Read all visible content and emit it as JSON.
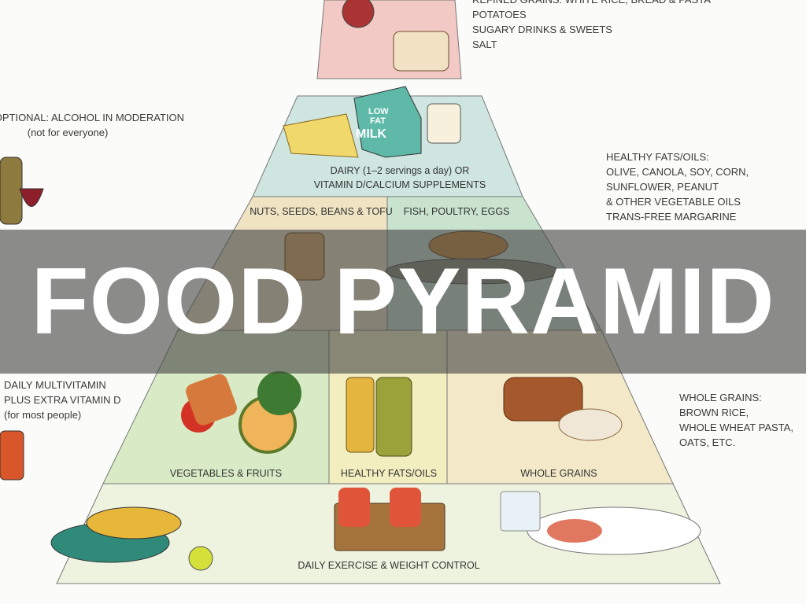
{
  "title": "FOOD PYRAMID",
  "top_notes": [
    "REFINED GRAINS: WHITE RICE, BREAD & PASTA",
    "POTATOES",
    "SUGARY DRINKS & SWEETS",
    "SALT"
  ],
  "alcohol_note": [
    "OPTIONAL: ALCOHOL IN MODERATION",
    "(not for everyone)"
  ],
  "multivitamin_note": [
    "DAILY MULTIVITAMIN",
    "PLUS EXTRA VITAMIN D",
    "(for most people)"
  ],
  "oils_note": [
    "HEALTHY FATS/OILS:",
    "OLIVE, CANOLA, SOY, CORN,",
    "SUNFLOWER, PEANUT",
    "& OTHER VEGETABLE OILS",
    "TRANS-FREE MARGARINE"
  ],
  "grains_note": [
    "WHOLE GRAINS:",
    "BROWN RICE,",
    "WHOLE WHEAT PASTA,",
    "OATS, ETC."
  ],
  "tiers": {
    "dairy": [
      "DAIRY (1–2 servings a day) OR",
      "VITAMIN D/CALCIUM SUPPLEMENTS"
    ],
    "nuts": "NUTS, SEEDS, BEANS & TOFU",
    "fish": "FISH, POULTRY, EGGS",
    "vegetables": "VEGETABLES & FRUITS",
    "fats": "HEALTHY FATS/OILS",
    "grains": "WHOLE GRAINS",
    "exercise": "DAILY EXERCISE & WEIGHT CONTROL"
  },
  "milk_carton": [
    "LOW",
    "FAT",
    "MILK"
  ],
  "colors": {
    "top": "#f3c9c6",
    "dairy": "#cfe6e0",
    "nuts": "#efe3c2",
    "fish": "#c9e3cf",
    "veg": "#d9ebc6",
    "fats": "#f3eec0",
    "grains": "#f3e9c9",
    "exercise": "#eef3df",
    "title": "#ffffff"
  }
}
